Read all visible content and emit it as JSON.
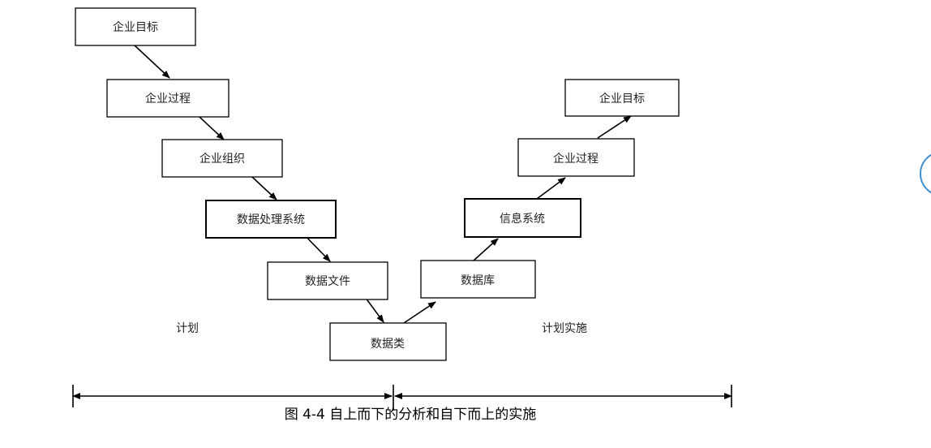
{
  "left_branch": [
    {
      "id": "l1",
      "label": "企业目标"
    },
    {
      "id": "l2",
      "label": "企业过程"
    },
    {
      "id": "l3",
      "label": "企业组织"
    },
    {
      "id": "l4",
      "label": "数据处理系统"
    },
    {
      "id": "l5",
      "label": "数据文件"
    }
  ],
  "bottom_node": {
    "id": "b",
    "label": "数据类"
  },
  "right_branch": [
    {
      "id": "r1",
      "label": "数据库"
    },
    {
      "id": "r2",
      "label": "信息系统"
    },
    {
      "id": "r3",
      "label": "企业过程"
    },
    {
      "id": "r4",
      "label": "企业目标"
    }
  ],
  "phase_labels": {
    "left": "计划",
    "right": "计划实施"
  },
  "caption": "图 4-4 自上而下的分析和自下而上的实施",
  "colors": {
    "line": "#000000",
    "box_fill": "#ffffff",
    "side_circle": "#3f8fd0"
  }
}
